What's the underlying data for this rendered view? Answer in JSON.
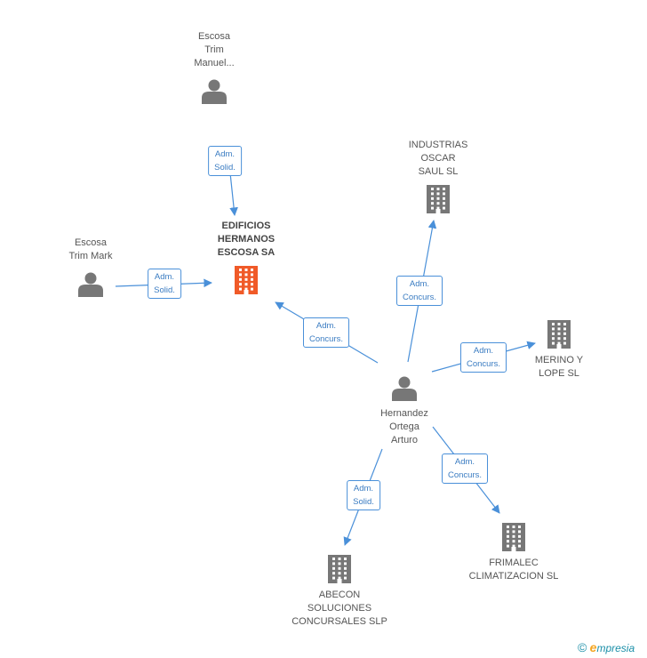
{
  "colors": {
    "edge": "#4a90d9",
    "person": "#777777",
    "company": "#777777",
    "focus": "#f05a28"
  },
  "nodes": [
    {
      "id": "escosa-trim-manuel",
      "type": "person",
      "label": [
        "Escosa",
        "Trim",
        "Manuel..."
      ]
    },
    {
      "id": "escosa-trim-mark",
      "type": "person",
      "label": [
        "Escosa",
        "Trim Mark"
      ]
    },
    {
      "id": "edificios",
      "type": "company",
      "focus": true,
      "label": [
        "EDIFICIOS",
        "HERMANOS",
        "ESCOSA SA"
      ]
    },
    {
      "id": "industrias",
      "type": "company",
      "label": [
        "INDUSTRIAS",
        "OSCAR",
        "SAUL SL"
      ]
    },
    {
      "id": "merino",
      "type": "company",
      "label": [
        "MERINO Y",
        "LOPE SL"
      ]
    },
    {
      "id": "hernandez",
      "type": "person",
      "label": [
        "Hernandez",
        "Ortega",
        "Arturo"
      ]
    },
    {
      "id": "abecon",
      "type": "company",
      "label": [
        "ABECON",
        "SOLUCIONES",
        "CONCURSALES SLP"
      ]
    },
    {
      "id": "frimalec",
      "type": "company",
      "label": [
        "FRIMALEC",
        "CLIMATIZACION SL"
      ]
    }
  ],
  "edges": [
    {
      "from": "escosa-trim-manuel",
      "to": "edificios",
      "label": [
        "Adm.",
        "Solid."
      ]
    },
    {
      "from": "escosa-trim-mark",
      "to": "edificios",
      "label": [
        "Adm.",
        "Solid."
      ]
    },
    {
      "from": "hernandez",
      "to": "edificios",
      "label": [
        "Adm.",
        "Concurs."
      ]
    },
    {
      "from": "hernandez",
      "to": "industrias",
      "label": [
        "Adm.",
        "Concurs."
      ]
    },
    {
      "from": "hernandez",
      "to": "merino",
      "label": [
        "Adm.",
        "Concurs."
      ]
    },
    {
      "from": "hernandez",
      "to": "abecon",
      "label": [
        "Adm.",
        "Solid."
      ]
    },
    {
      "from": "hernandez",
      "to": "frimalec",
      "label": [
        "Adm.",
        "Concurs."
      ]
    }
  ],
  "brand": {
    "copyright": "©",
    "e": "e",
    "rest": "mpresia"
  }
}
